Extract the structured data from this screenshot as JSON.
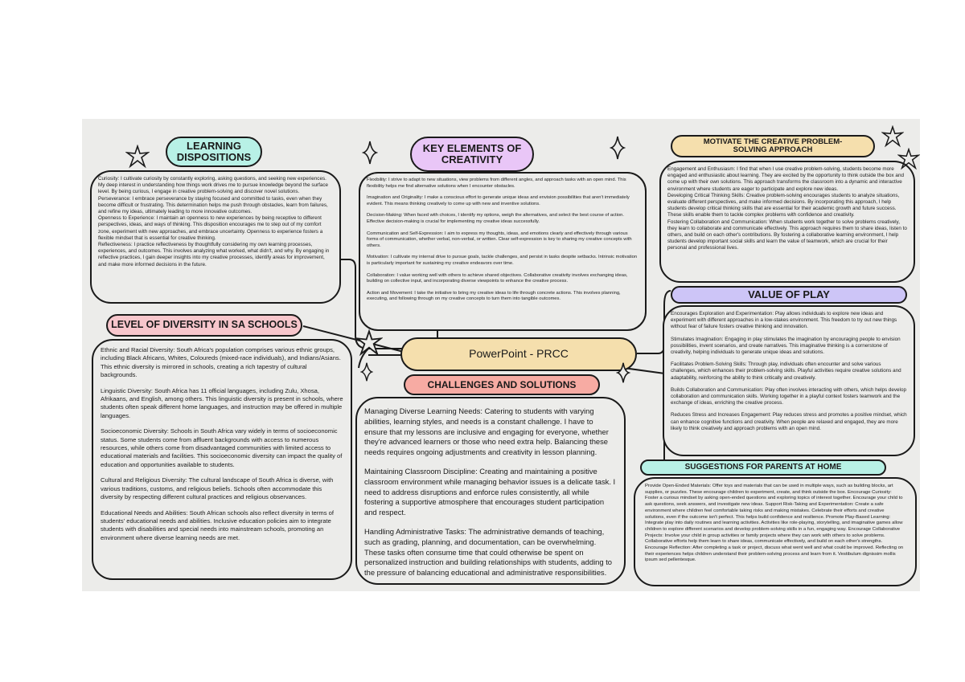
{
  "central": {
    "label": "PowerPoint - PRCC",
    "color": "#f5dfad"
  },
  "learning_dispositions": {
    "title": "LEARNING DISPOSITIONS",
    "color": "#b8f1e6",
    "paragraphs": [
      "Curiosity: I cultivate curiosity by constantly exploring, asking questions, and seeking new experiences. My deep interest in understanding how things work drives me to pursue knowledge beyond the surface level. By being curious, I engage in creative problem-solving and discover novel solutions.",
      "Perseverance: I embrace perseverance by staying focused and committed to tasks, even when they become difficult or frustrating. This determination helps me push through obstacles, learn from failures, and refine my ideas, ultimately leading to more innovative outcomes.",
      "Openness to Experience: I maintain an openness to new experiences by being receptive to different perspectives, ideas, and ways of thinking. This disposition encourages me to step out of my comfort zone, experiment with new approaches, and embrace uncertainty. Openness to experience fosters a flexible mindset that is essential for creative thinking.",
      "Reflectiveness: I practice reflectiveness by thoughtfully considering my own learning processes, experiences, and outcomes. This involves analyzing what worked, what didn't, and why. By engaging in reflective practices, I gain deeper insights into my creative processes, identify areas for improvement, and make more informed decisions in the future."
    ]
  },
  "key_elements": {
    "title": "KEY ELEMENTS OF CREATIVITY",
    "color": "#e9c6f7",
    "paragraphs": [
      "Flexibility: I strive to adapt to new situations, view problems from different angles, and approach tasks with an open mind. This flexibility helps me find alternative solutions when I encounter obstacles.",
      "Imagination and Originality: I make a conscious effort to generate unique ideas and envision possibilities that aren't immediately evident. This means thinking creatively to come up with new and inventive solutions.",
      "Decision-Making: When faced with choices, I identify my options, weigh the alternatives, and select the best course of action. Effective decision-making is crucial for implementing my creative ideas successfully.",
      "Communication and Self-Expression: I aim to express my thoughts, ideas, and emotions clearly and effectively through various forms of communication, whether verbal, non-verbal, or written. Clear self-expression is key to sharing my creative concepts with others.",
      "Motivation: I cultivate my internal drive to pursue goals, tackle challenges, and persist in tasks despite setbacks. Intrinsic motivation is particularly important for sustaining my creative endeavors over time.",
      "Collaboration: I value working well with others to achieve shared objectives. Collaborative creativity involves exchanging ideas, building on collective input, and incorporating diverse viewpoints to enhance the creative process.",
      "Action and Movement: I take the initiative to bring my creative ideas to life through concrete actions. This involves planning, executing, and following through on my creative concepts to turn them into tangible outcomes."
    ]
  },
  "motivate": {
    "title": "MOTIVATE THE CREATIVE PROBLEM-SOLVING APPROACH",
    "color": "#f5dfad",
    "paragraphs": [
      "Engagement and Enthusiasm: I find that when I use creative problem-solving, students become more engaged and enthusiastic about learning. They are excited by the opportunity to think outside the box and come up with their own solutions. This approach transforms the classroom into a dynamic and interactive environment where students are eager to participate and explore new ideas.",
      "Developing Critical Thinking Skills: Creative problem-solving encourages students to analyze situations, evaluate different perspectives, and make informed decisions. By incorporating this approach, I help students develop critical thinking skills that are essential for their academic growth and future success. These skills enable them to tackle complex problems with confidence and creativity.",
      "Fostering Collaboration and Communication: When students work together to solve problems creatively, they learn to collaborate and communicate effectively. This approach requires them to share ideas, listen to others, and build on each other's contributions. By fostering a collaborative learning environment, I help students develop important social skills and learn the value of teamwork, which are crucial for their personal and professional lives."
    ]
  },
  "value_of_play": {
    "title": "VALUE OF PLAY",
    "color": "#cdc5f7",
    "paragraphs": [
      "Encourages Exploration and Experimentation: Play allows individuals to explore new ideas and experiment with different approaches in a low-stakes environment. This freedom to try out new things without fear of failure fosters creative thinking and innovation.",
      "Stimulates Imagination: Engaging in play stimulates the imagination by encouraging people to envision possibilities, invent scenarios, and create narratives. This imaginative thinking is a cornerstone of creativity, helping individuals to generate unique ideas and solutions.",
      "Facilitates Problem-Solving Skills: Through play, individuals often encounter and solve various challenges, which enhances their problem-solving skills. Playful activities require creative solutions and adaptability, reinforcing the ability to think critically and creatively.",
      "Builds Collaboration and Communication: Play often involves interacting with others, which helps develop collaboration and communication skills. Working together in a playful context fosters teamwork and the exchange of ideas, enriching the creative process.",
      "Reduces Stress and Increases Engagement: Play reduces stress and promotes a positive mindset, which can enhance cognitive functions and creativity. When people are relaxed and engaged, they are more likely to think creatively and approach problems with an open mind."
    ]
  },
  "diversity": {
    "title": "LEVEL OF DIVERSITY IN SA SCHOOLS",
    "color": "#f7c6cc",
    "paragraphs": [
      "Ethnic and Racial Diversity: South Africa's population comprises various ethnic groups, including Black Africans, Whites, Coloureds (mixed-race individuals), and Indians/Asians. This ethnic diversity is mirrored in schools, creating a rich tapestry of cultural backgrounds.",
      "Linguistic Diversity: South Africa has 11 official languages, including Zulu, Xhosa, Afrikaans, and English, among others. This linguistic diversity is present in schools, where students often speak different home languages, and instruction may be offered in multiple languages.",
      "Socioeconomic Diversity: Schools in South Africa vary widely in terms of socioeconomic status. Some students come from affluent backgrounds with access to numerous resources, while others come from disadvantaged communities with limited access to educational materials and facilities. This socioeconomic diversity can impact the quality of education and opportunities available to students.",
      "Cultural and Religious Diversity: The cultural landscape of South Africa is diverse, with various traditions, customs, and religious beliefs. Schools often accommodate this diversity by respecting different cultural practices and religious observances.",
      "Educational Needs and Abilities: South African schools also reflect diversity in terms of students' educational needs and abilities. Inclusive education policies aim to integrate students with disabilities and special needs into mainstream schools, promoting an environment where diverse learning needs are met."
    ]
  },
  "challenges": {
    "title": "CHALLENGES AND SOLUTIONS",
    "color": "#f7aba3",
    "paragraphs": [
      "Managing Diverse Learning Needs: Catering to students with varying abilities, learning styles, and needs is a constant challenge. I have to ensure that my lessons are inclusive and engaging for everyone, whether they're advanced learners or those who need extra help. Balancing these needs requires ongoing adjustments and creativity in lesson planning.",
      "Maintaining Classroom Discipline: Creating and maintaining a positive classroom environment while managing behavior issues is a delicate task. I need to address disruptions and enforce rules consistently, all while fostering a supportive atmosphere that encourages student participation and respect.",
      "Handling Administrative Tasks: The administrative demands of teaching, such as grading, planning, and documentation, can be overwhelming. These tasks often consume time that could otherwise be spent on personalized instruction and building relationships with students, adding to the pressure of balancing educational and administrative responsibilities."
    ]
  },
  "parents": {
    "title": "SUGGESTIONS FOR PARENTS AT HOME",
    "color": "#b8f1e6",
    "text": "Provide Open-Ended Materials: Offer toys and materials that can be used in multiple ways, such as building blocks, art supplies, or puzzles. These encourage children to experiment, create, and think outside the box. Encourage Curiosity: Foster a curious mindset by asking open-ended questions and exploring topics of interest together. Encourage your child to ask questions, seek answers, and investigate new ideas. Support Risk-Taking and Experimentation: Create a safe environment where children feel comfortable taking risks and making mistakes. Celebrate their efforts and creative solutions, even if the outcome isn't perfect. This helps build confidence and resilience. Promote Play-Based Learning: Integrate play into daily routines and learning activities. Activities like role-playing, storytelling, and imaginative games allow children to explore different scenarios and develop problem-solving skills in a fun, engaging way. Encourage Collaborative Projects: Involve your child in group activities or family projects where they can work with others to solve problems. Collaborative efforts help them learn to share ideas, communicate effectively, and build on each other's strengths. Encourage Reflection: After completing a task or project, discuss what went well and what could be improved. Reflecting on their experiences helps children understand their problem-solving process and learn from it. Vestibulum dignissim mollis ipsum sed pellentesque."
  },
  "decorations": [
    "star-icon",
    "sparkle-icon"
  ]
}
